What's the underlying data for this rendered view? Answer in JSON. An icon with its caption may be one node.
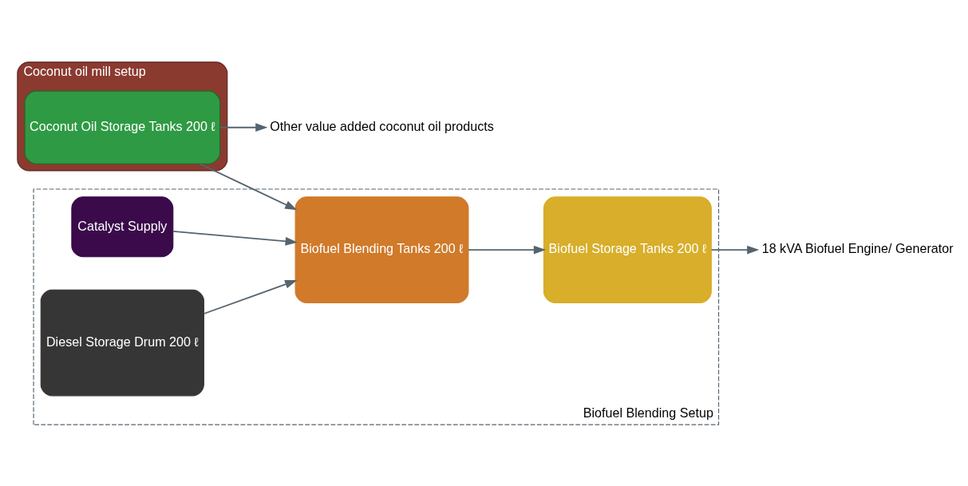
{
  "diagram": {
    "nodes": [
      {
        "text": [
          "Coconut oil mill setup"
        ]
      },
      {
        "text": [
          "Coconut Oil Storage Tanks 200 ℓ"
        ],
        "in": 0
      },
      {
        "text": [
          "Other value added coconut oil products"
        ]
      },
      {
        "text": [
          "Biofuel Blending Setup"
        ]
      },
      {
        "text": [
          "Biofuel Blending Tanks 200 ℓ"
        ],
        "in": 3
      },
      {
        "text": [
          "Biofuel Storage Tanks 200 ℓ"
        ],
        "in": 3
      },
      {
        "text": [
          "Catalyst Supply"
        ],
        "in": 3
      },
      {
        "text": [
          "Diesel Storage Drum 200 ℓ"
        ],
        "in": 3
      },
      {
        "text": [
          "18 kVA Biofuel Engine/ Generator"
        ]
      }
    ],
    "edges": [
      {
        "from": 1,
        "to": 2,
        "arrow": "to"
      },
      {
        "from": 1,
        "to": 4,
        "arrow": "to"
      },
      {
        "from": 6,
        "to": 4,
        "arrow": "to"
      },
      {
        "from": 7,
        "to": 4,
        "arrow": "to"
      },
      {
        "from": 4,
        "to": 5,
        "arrow": "to"
      },
      {
        "from": 5,
        "to": 8,
        "arrow": "to"
      }
    ]
  }
}
